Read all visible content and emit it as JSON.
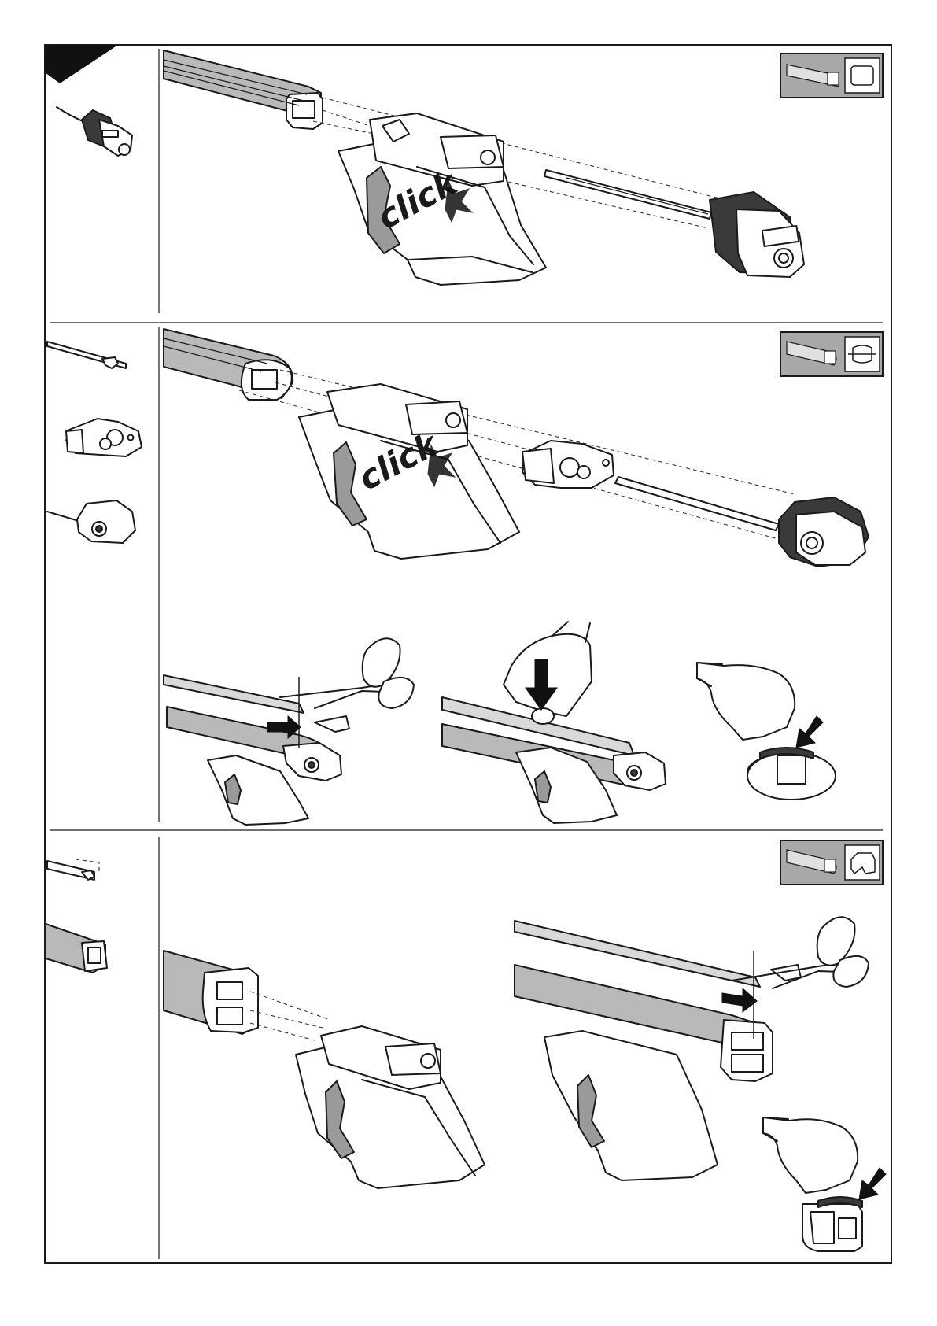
{
  "sections": [
    {
      "id": "1",
      "click_label": "click"
    },
    {
      "id": "2",
      "click_label": "click"
    },
    {
      "id": "3"
    }
  ],
  "colors": {
    "badge_bg": "#a8a8a8",
    "bar_fill": "#b9b9b9",
    "line": "#1a1a1a"
  }
}
